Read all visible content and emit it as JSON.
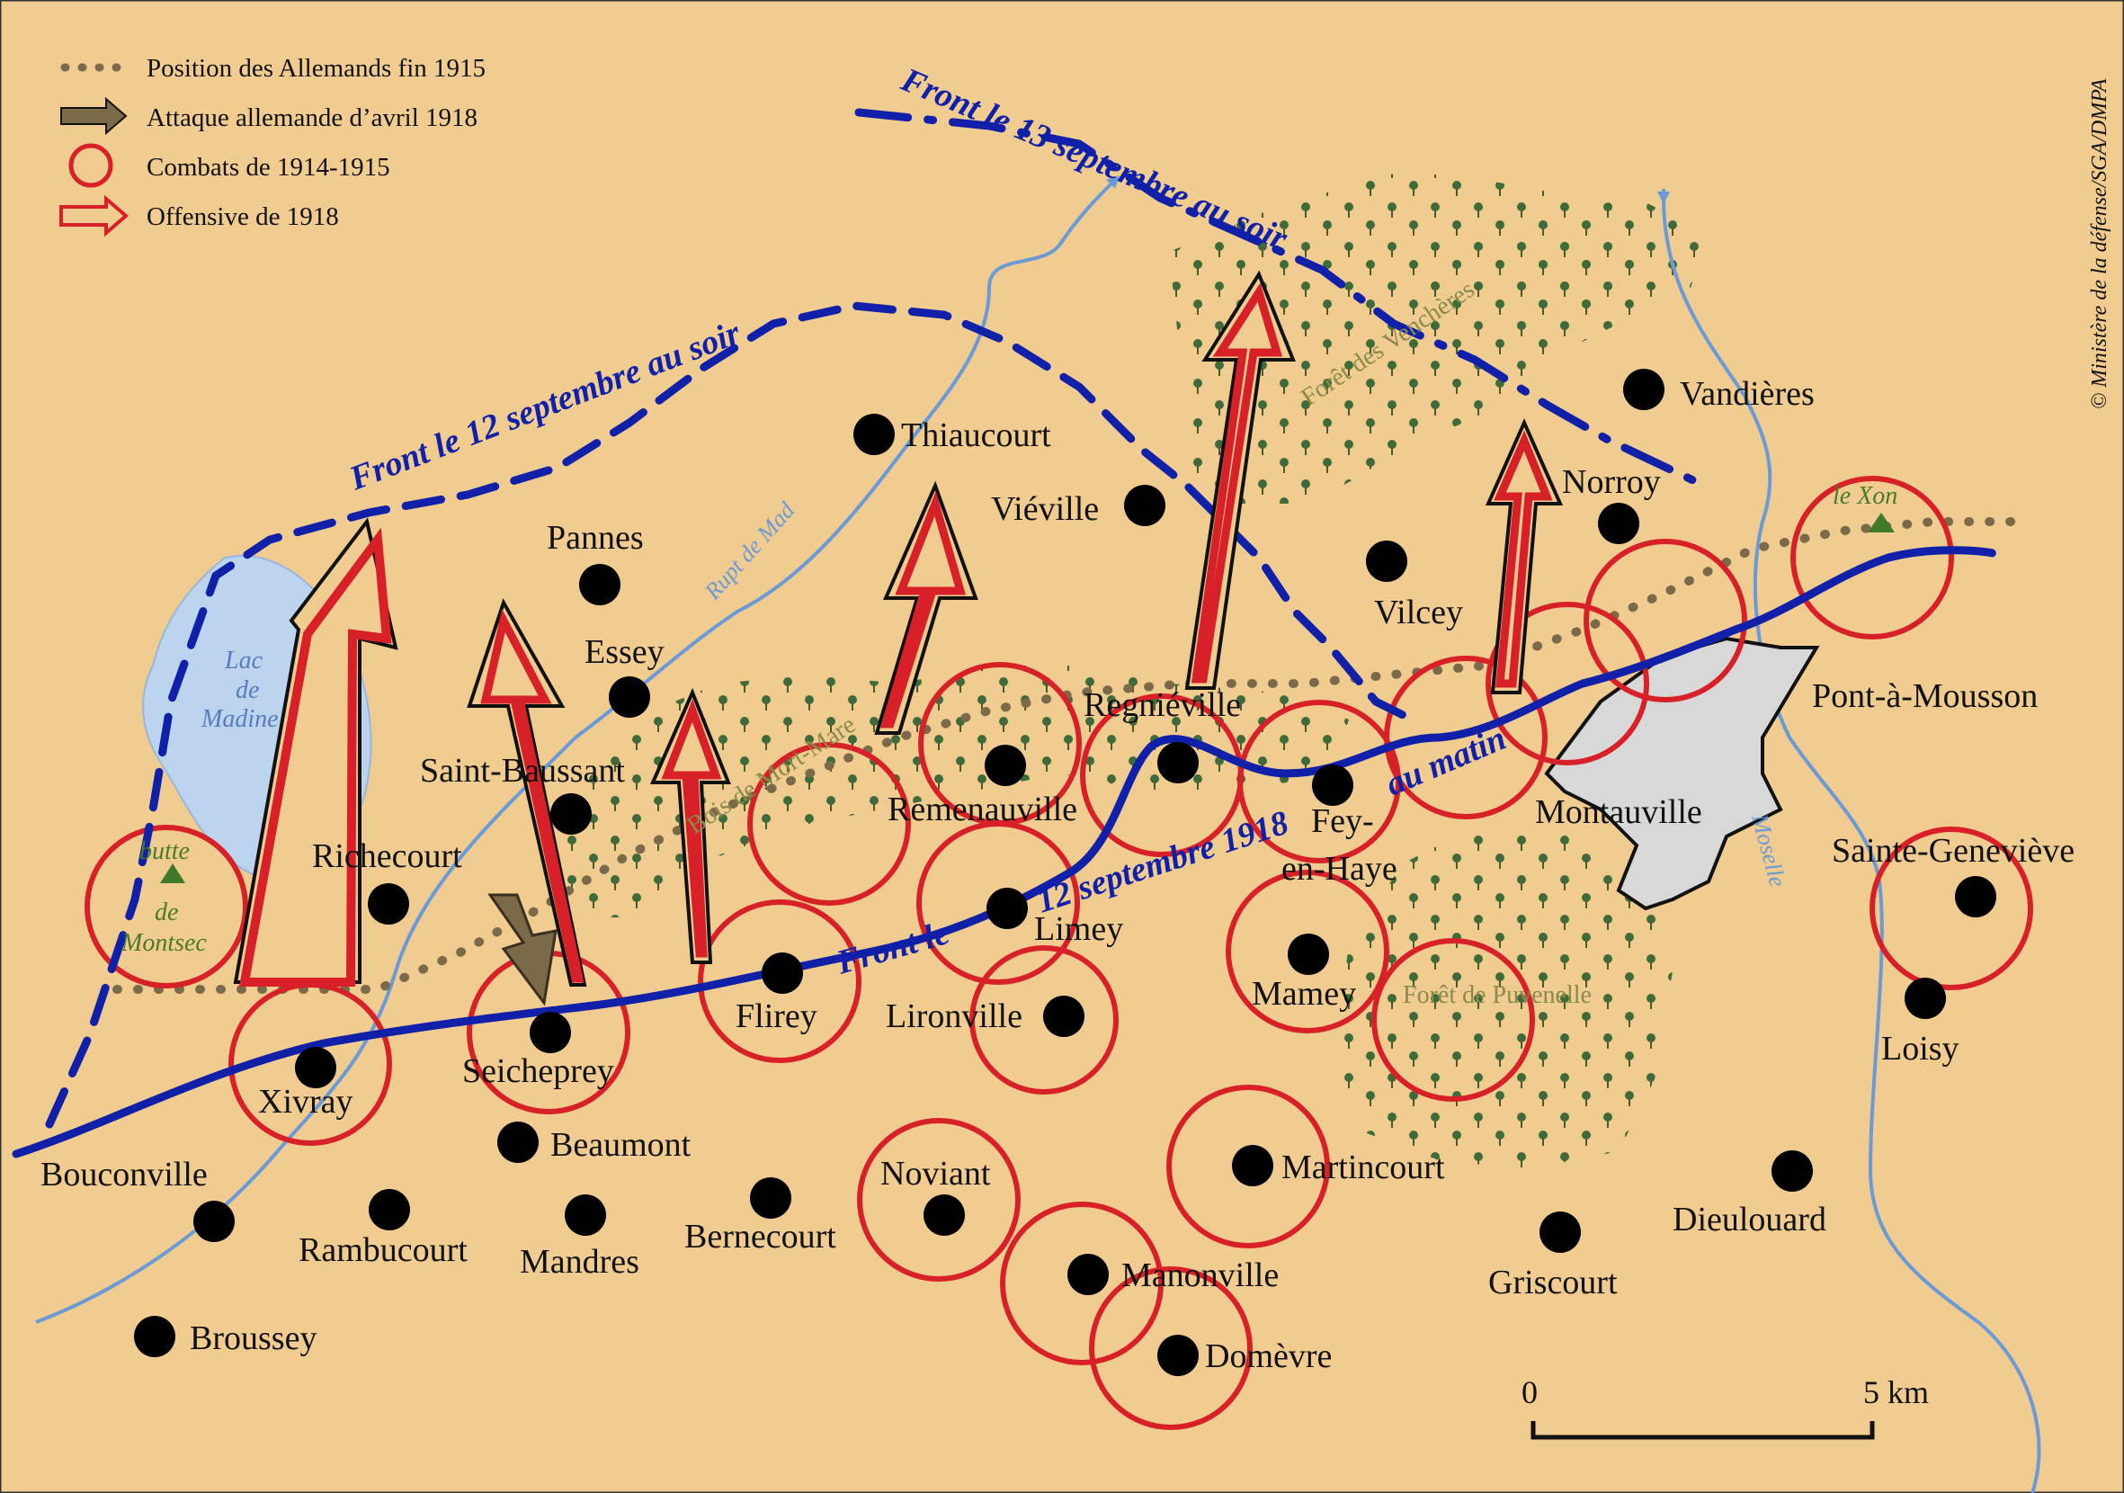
{
  "legend": {
    "items": [
      {
        "label": "Position des Allemands fin 1915"
      },
      {
        "label": "Attaque allemande d’avril 1918"
      },
      {
        "label": "Combats de 1914-1915"
      },
      {
        "label": "Offensive de 1918"
      }
    ]
  },
  "credit": "© Ministère de la défense/SGA/DMPA",
  "fronts": {
    "front_13": "Front le 13 septembre au soir",
    "front_12_soir": "Front le 12 septembre au soir",
    "front_12_matin_a": "Front le",
    "front_12_matin_b": "12 septembre 1918",
    "front_12_matin_c": "au matin"
  },
  "rivers": {
    "rupt_de_mad": "Rupt de Mad",
    "moselle": "Moselle"
  },
  "lake": {
    "line1": "Lac",
    "line2": "de",
    "line3": "Madine"
  },
  "forests": {
    "mort_mare": "Bois de Mort-Mare",
    "vencheres": "Forêt des Venchères",
    "puvenelle": "Forêt de Puvenelle"
  },
  "hills": {
    "montsec_1": "butte",
    "montsec_2": "de",
    "montsec_3": "Montsec",
    "xon": "le Xon"
  },
  "towns": [
    {
      "name": "Thiaucourt"
    },
    {
      "name": "Vandières"
    },
    {
      "name": "Viéville"
    },
    {
      "name": "Norroy"
    },
    {
      "name": "Pannes"
    },
    {
      "name": "Vilcey"
    },
    {
      "name": "Essey"
    },
    {
      "name": "Regniéville"
    },
    {
      "name": "Pont-à-Mousson"
    },
    {
      "name": "Saint-Baussant"
    },
    {
      "name": "Remenauville"
    },
    {
      "name": "Fey-"
    },
    {
      "name": "en-Haye"
    },
    {
      "name": "Montauville"
    },
    {
      "name": "Richecourt"
    },
    {
      "name": "Sainte-Geneviève"
    },
    {
      "name": "Limey"
    },
    {
      "name": "Mamey"
    },
    {
      "name": "Flirey"
    },
    {
      "name": "Lironville"
    },
    {
      "name": "Loisy"
    },
    {
      "name": "Xivray"
    },
    {
      "name": "Seicheprey"
    },
    {
      "name": "Beaumont"
    },
    {
      "name": "Bouconville"
    },
    {
      "name": "Noviant"
    },
    {
      "name": "Martincourt"
    },
    {
      "name": "Rambucourt"
    },
    {
      "name": "Mandres"
    },
    {
      "name": "Bernecourt"
    },
    {
      "name": "Manonville"
    },
    {
      "name": "Griscourt"
    },
    {
      "name": "Dieulouard"
    },
    {
      "name": "Broussey"
    },
    {
      "name": "Domèvre"
    }
  ],
  "scale": {
    "start": "0",
    "end": "5 km"
  },
  "colors": {
    "background": "#f0cc90",
    "front": "#1020a8",
    "river": "#6a9ad8",
    "lake": "#bcd4ee",
    "combat_circle": "#d82028",
    "german_line": "#7a6a4a",
    "offensive_arrow": "#d82028",
    "german_arrow": "#7a6a48",
    "town_dot": "#000000",
    "urban_area": "#d8d8d8",
    "forest_tree": "#3f6b3a"
  }
}
